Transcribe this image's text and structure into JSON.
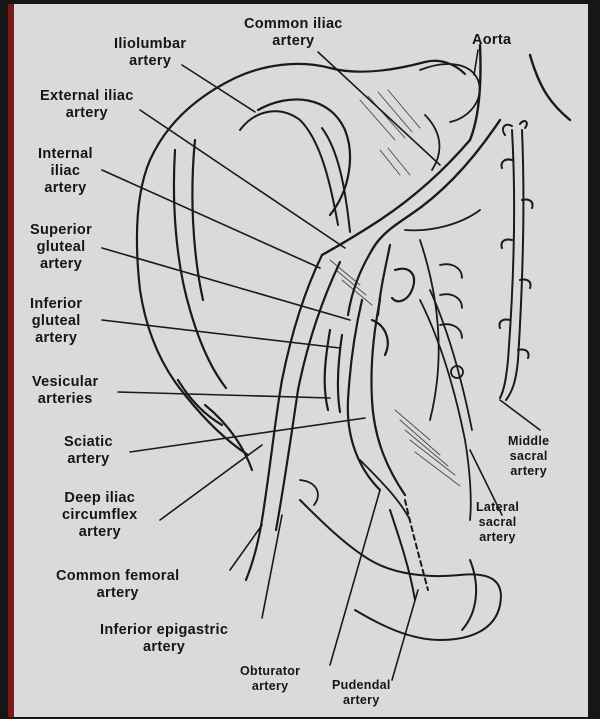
{
  "labels": {
    "iliolumbar": "Iliolumbar\nartery",
    "common_iliac": "Common iliac\nartery",
    "aorta": "Aorta",
    "external_iliac": "External iliac\nartery",
    "internal_iliac": "Internal\niliac\nartery",
    "superior_gluteal": "Superior\ngluteal\nartery",
    "inferior_gluteal": "Inferior\ngluteal\nartery",
    "vesicular": "Vesicular\narteries",
    "sciatic": "Sciatic\nartery",
    "deep_iliac_circumflex": "Deep iliac\ncircumflex\nartery",
    "common_femoral": "Common femoral\nartery",
    "inferior_epigastric": "Inferior epigastric\nartery",
    "obturator": "Obturator\nartery",
    "pudendal": "Pudendal\nartery",
    "middle_sacral": "Middle\nsacral\nartery",
    "lateral_sacral": "Lateral\nsacral\nartery"
  },
  "colors": {
    "background": "#d9dada",
    "ink": "#151515",
    "frame": "#161616",
    "border_accent": "#7a1c1c"
  }
}
